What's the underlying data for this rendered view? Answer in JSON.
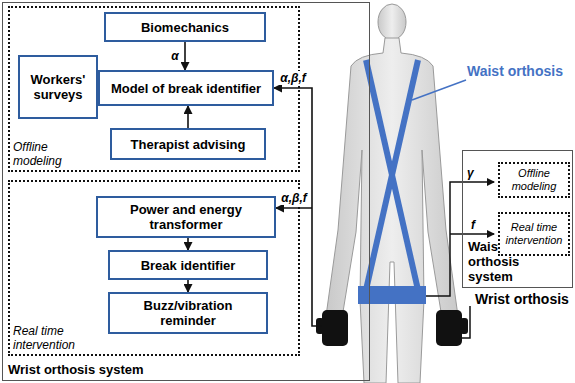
{
  "diagram": {
    "nodes": [
      {
        "text": [
          "Wrist orthosis system"
        ]
      },
      {
        "text": [
          "Offline modeling"
        ],
        "in": 0
      },
      {
        "text": [
          "Biomechanics"
        ],
        "in": 1
      },
      {
        "text": [
          "Workers' surveys"
        ],
        "in": 1
      },
      {
        "text": [
          "Model of break identifier"
        ],
        "in": 1
      },
      {
        "text": [
          "Therapist advising"
        ],
        "in": 1
      },
      {
        "text": [
          "Real time intervention"
        ],
        "in": 0
      },
      {
        "text": [
          "Power and energy transformer"
        ],
        "in": 6
      },
      {
        "text": [
          "Break identifier"
        ],
        "in": 6
      },
      {
        "text": [
          "Buzz/vibration reminder"
        ],
        "in": 6
      },
      {
        "text": [
          "Waist orthosis system"
        ]
      },
      {
        "text": [
          "Offline modeling"
        ],
        "in": 10
      },
      {
        "text": [
          "Real time intervention"
        ],
        "in": 10
      }
    ],
    "edges": [
      {
        "from": 2,
        "to": 4,
        "label": "α",
        "arrow": "to"
      },
      {
        "from": 3,
        "to": 4,
        "arrow": "to"
      },
      {
        "from": 5,
        "to": 4,
        "arrow": "to"
      },
      {
        "from": 7,
        "to": 8,
        "arrow": "to"
      },
      {
        "from": 8,
        "to": 9,
        "arrow": "to"
      }
    ],
    "labels": [
      "α,β,f",
      "α,β,f",
      "γ",
      "f",
      "Waist orthosis",
      "Wrist orthosis"
    ]
  }
}
